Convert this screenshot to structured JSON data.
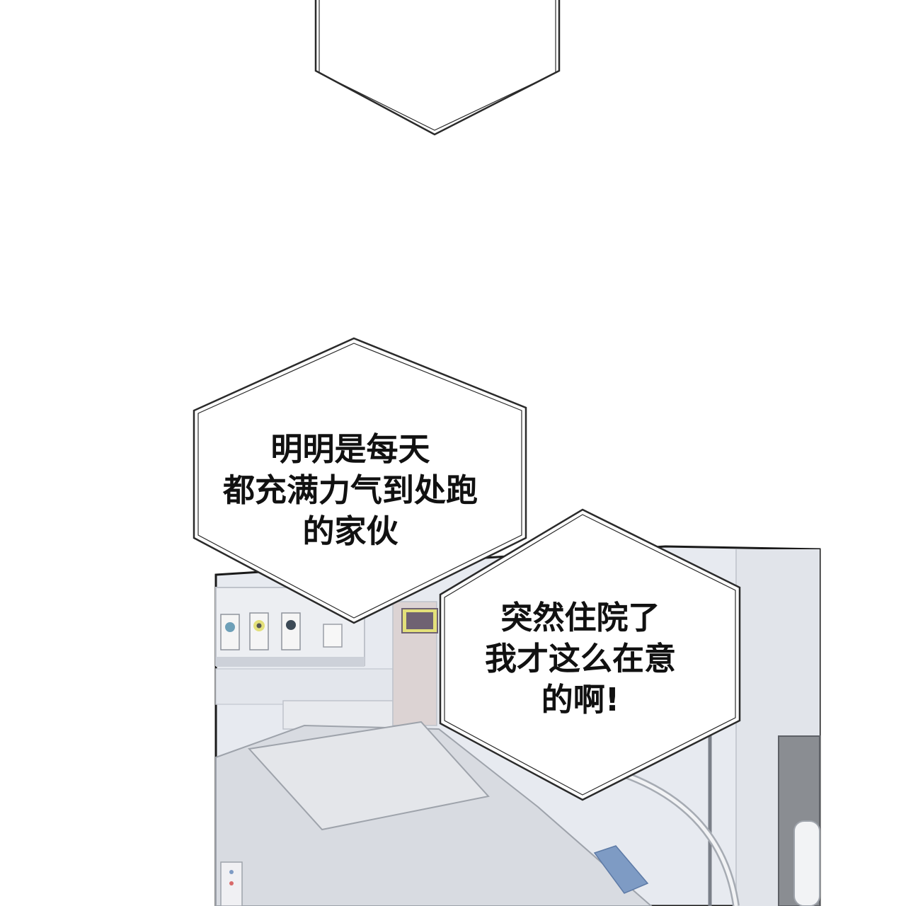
{
  "panel": {
    "scene": "hospital-room",
    "colors": {
      "wall": "#e6e9ef",
      "wall_shadow": "#d3d7df",
      "bed": "#d9dce2",
      "pillow": "#e4e6ea",
      "outline": "#1a1a1a",
      "accent_blue": "#7e9bc4",
      "accent_yellow": "#e3e07a",
      "monitor": "#6f6272"
    }
  },
  "bubbles": [
    {
      "lines": [
        "明明是每天",
        "都充满力气到处跑",
        "的家伙"
      ]
    },
    {
      "lines": [
        "突然住院了",
        "我才这么在意",
        "的啊!"
      ]
    }
  ]
}
